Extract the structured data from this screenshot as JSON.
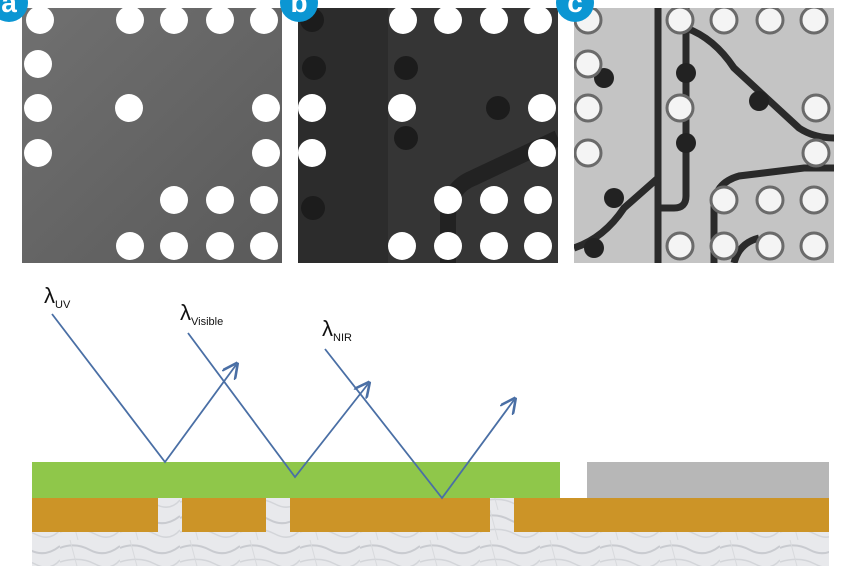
{
  "panels": [
    {
      "label": "a",
      "name": "uv-inspection-image"
    },
    {
      "label": "b",
      "name": "visible-inspection-image"
    },
    {
      "label": "c",
      "name": "nir-inspection-image"
    }
  ],
  "wavelengths": [
    {
      "symbol": "λ",
      "sub": "UV"
    },
    {
      "symbol": "λ",
      "sub": "Visible"
    },
    {
      "symbol": "λ",
      "sub": "NIR"
    }
  ],
  "colors": {
    "badge": "#0b96d3",
    "arrow": "#4a6fa5",
    "green_layer": "#8fc74a",
    "gray_layer": "#b7b7b7",
    "copper_layer": "#cc9427",
    "substrate": "#e4e6ea"
  }
}
